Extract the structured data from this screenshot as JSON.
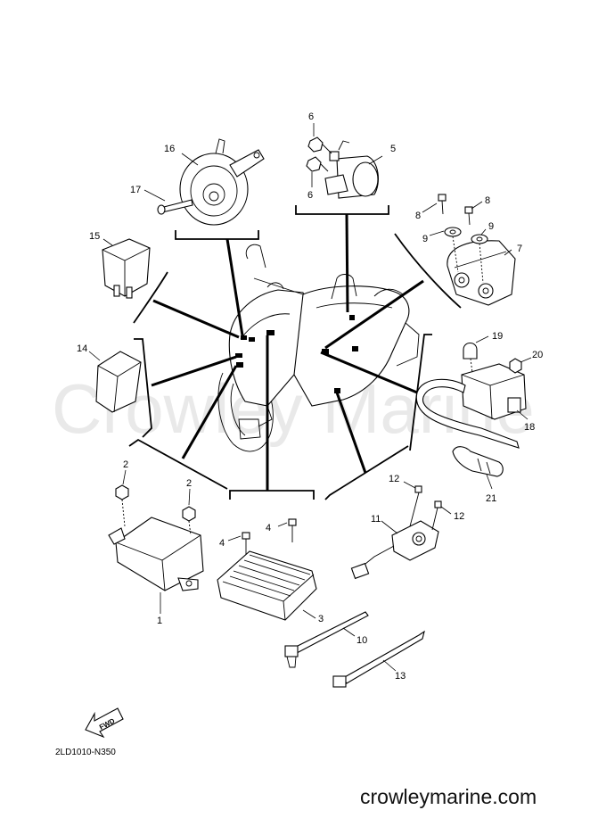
{
  "diagram": {
    "watermark": "Crowley Marine",
    "drawing_code": "2LD1010-N350",
    "website": "crowleymarine.com",
    "fwd_label": "FWD",
    "callouts": {
      "c1": "1",
      "c2a": "2",
      "c2b": "2",
      "c3": "3",
      "c4a": "4",
      "c4b": "4",
      "c5": "5",
      "c6a": "6",
      "c6b": "6",
      "c7": "7",
      "c8a": "8",
      "c8b": "8",
      "c9a": "9",
      "c9b": "9",
      "c10": "10",
      "c11": "11",
      "c12a": "12",
      "c12b": "12",
      "c13": "13",
      "c14": "14",
      "c15": "15",
      "c16": "16",
      "c17": "17",
      "c18": "18",
      "c19": "19",
      "c20": "20",
      "c21": "21"
    }
  }
}
